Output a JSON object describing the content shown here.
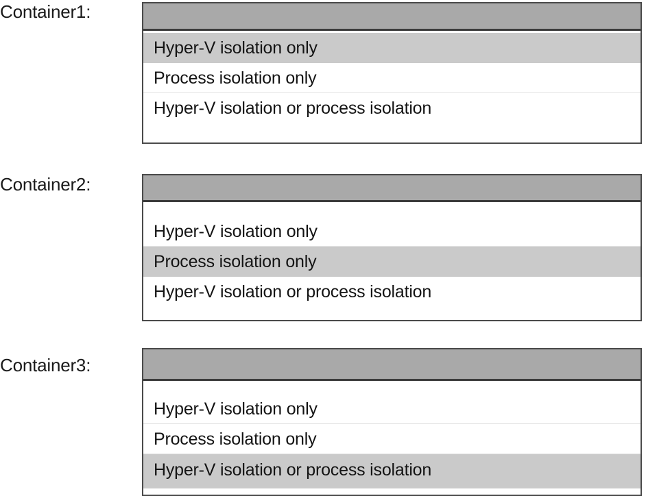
{
  "page": {
    "title": "Container isolation selection",
    "background_color": "#ffffff",
    "accent_colors": {
      "combo_border": "#4a4a4a",
      "combo_header_fill": "#a9a9a9",
      "option_highlight_fill": "#cacaca",
      "option_fill": "#ffffff",
      "option_divider": "#e3e3e3",
      "text_color": "#141414"
    }
  },
  "groups": [
    {
      "label": "Container1:",
      "combo": {
        "header_value": "",
        "options": [
          "Hyper-V isolation only",
          "Process isolation only",
          "Hyper-V isolation or process isolation"
        ],
        "selected_index": 0,
        "selected_value": "Hyper-V isolation only",
        "expanded": true
      }
    },
    {
      "label": "Container2:",
      "combo": {
        "header_value": "",
        "options": [
          "Hyper-V isolation only",
          "Process isolation only",
          "Hyper-V isolation or process isolation"
        ],
        "selected_index": 1,
        "selected_value": "Process isolation only",
        "expanded": true
      }
    },
    {
      "label": "Container3:",
      "combo": {
        "header_value": "",
        "options": [
          "Hyper-V isolation only",
          "Process isolation only",
          "Hyper-V isolation or process isolation"
        ],
        "selected_index": 2,
        "selected_value": "Hyper-V isolation or process isolation",
        "expanded": true
      }
    }
  ]
}
